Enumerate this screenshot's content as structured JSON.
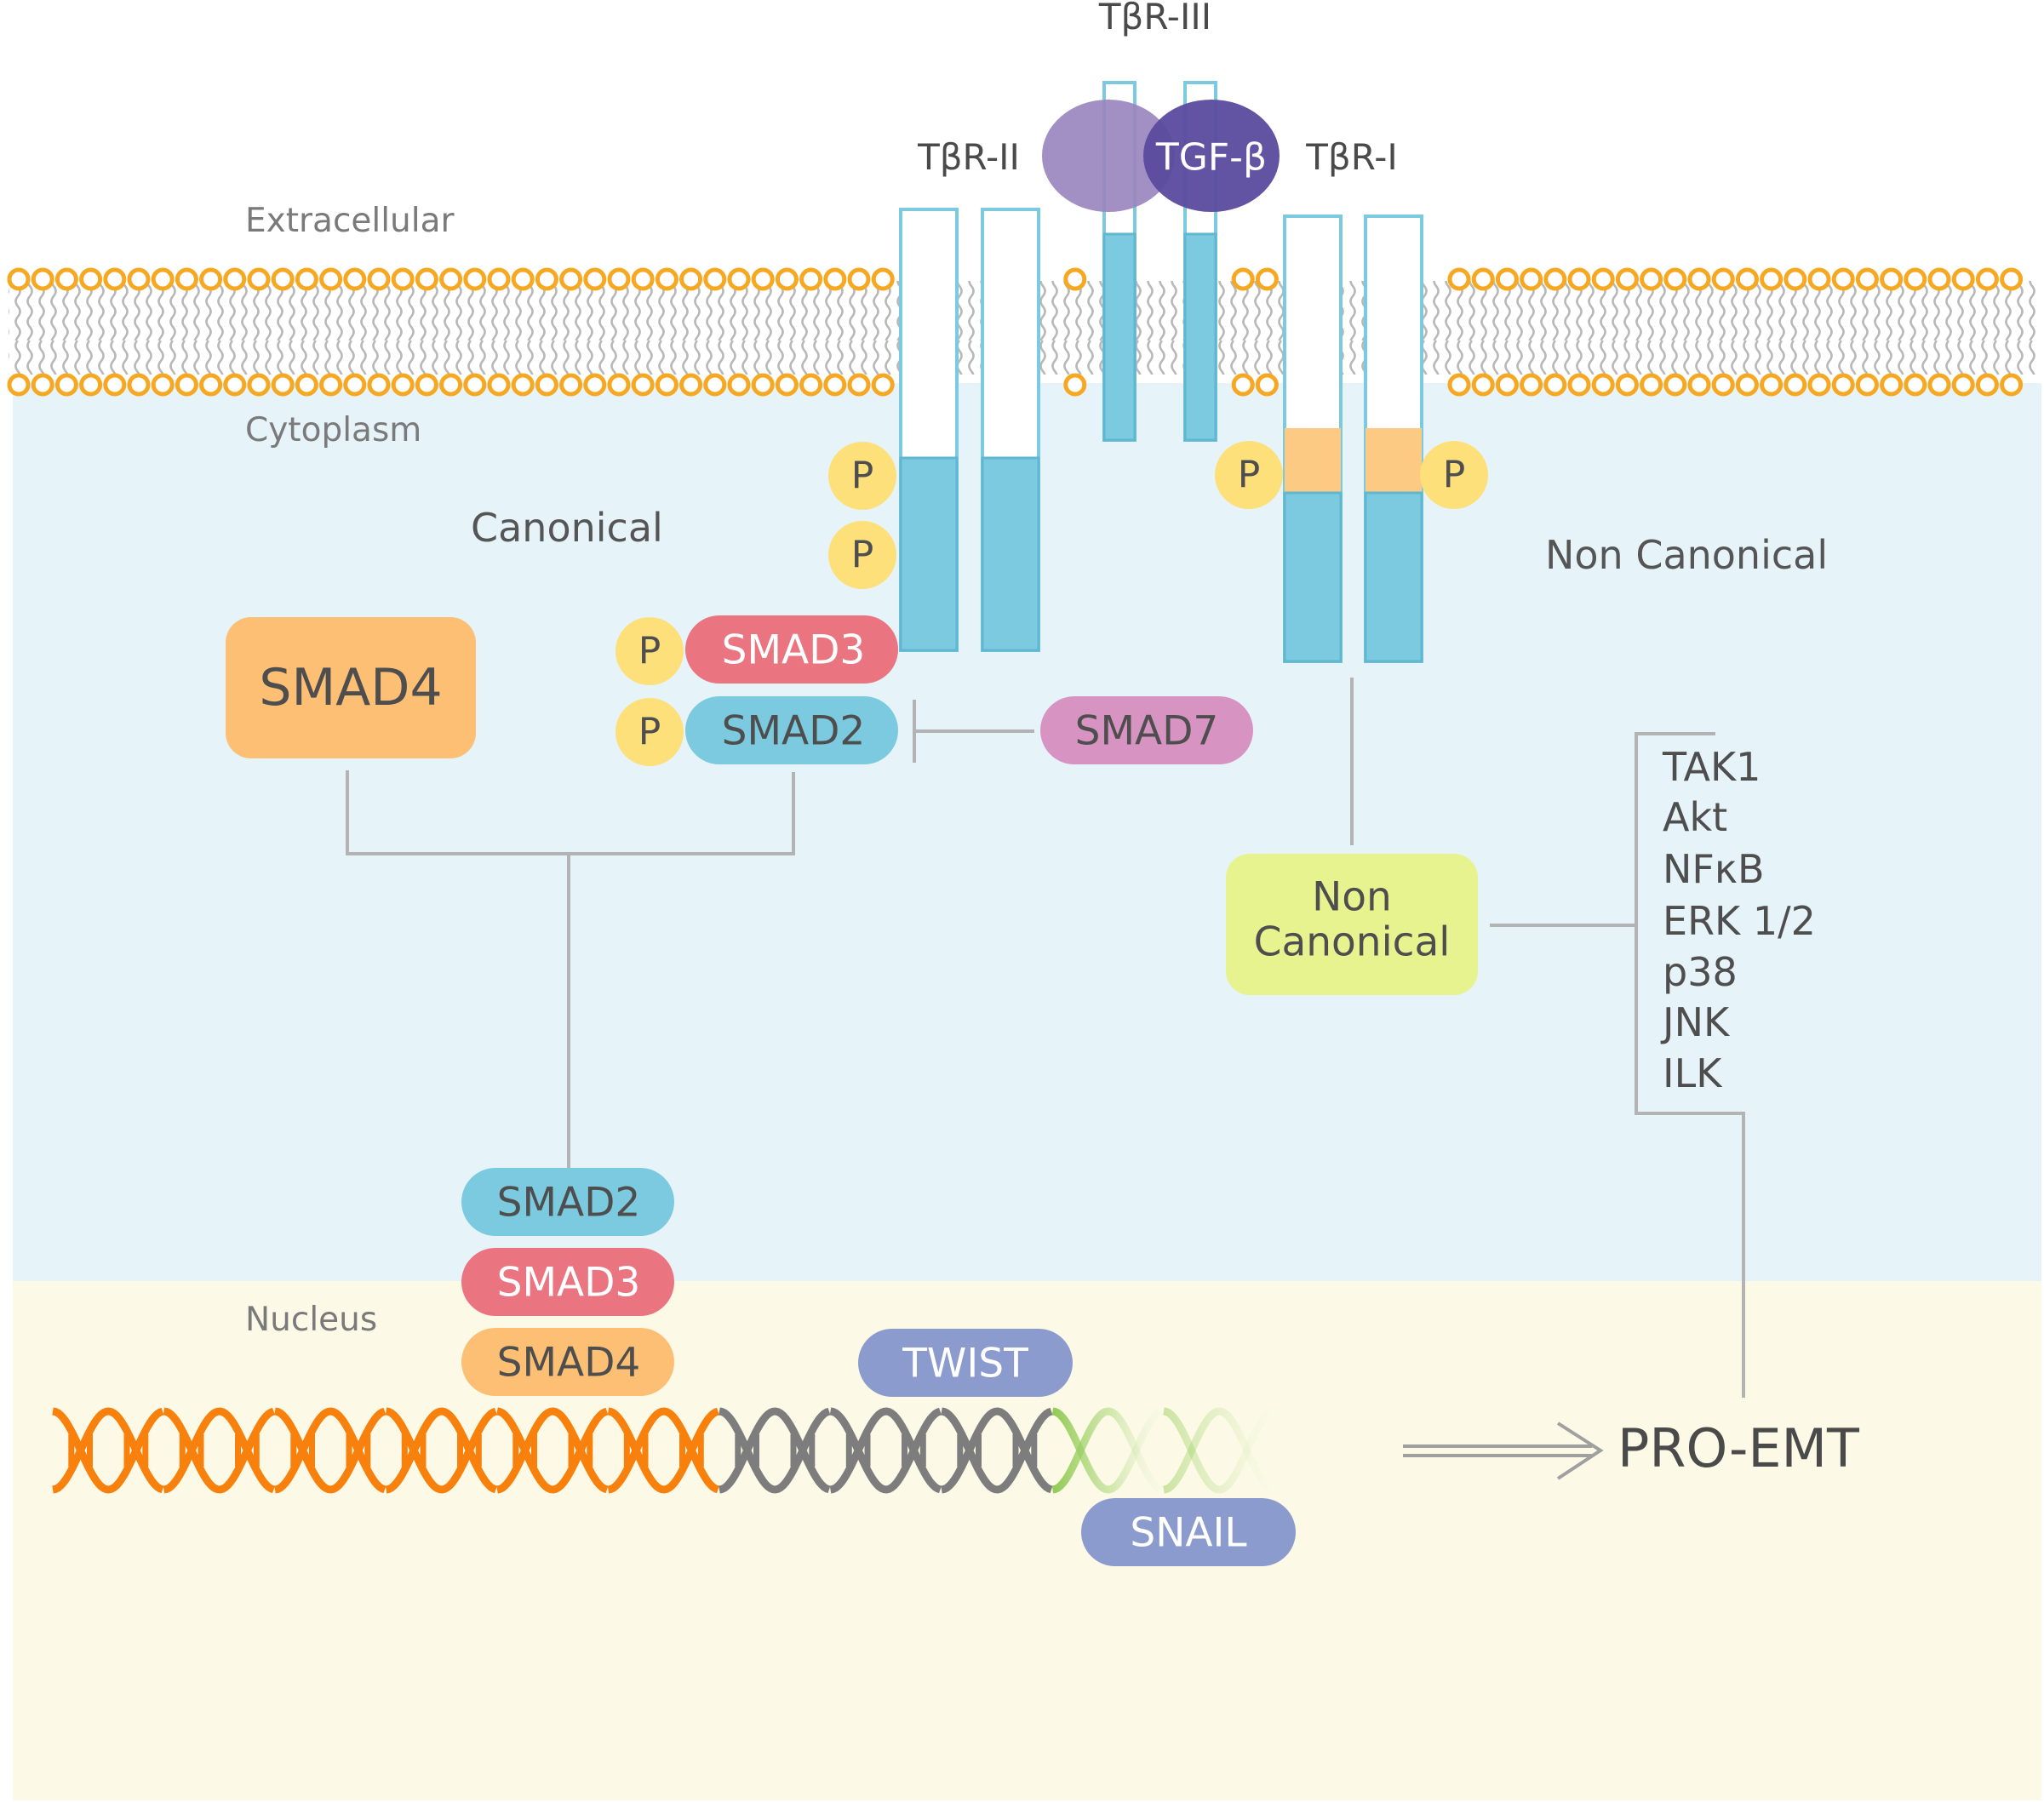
{
  "regions": {
    "extracellular": "Extracellular",
    "cytoplasm": "Cytoplasm",
    "nucleus": "Nucleus"
  },
  "pathways": {
    "canonical": "Canonical",
    "non_canonical": "Non Canonical"
  },
  "receptors": {
    "tbr1": "TβR-I",
    "tbr2": "TβR-II",
    "tbr3": "TβR-III"
  },
  "ligand": "TGF-β",
  "phosphate": "P",
  "smads": {
    "smad4_cyto": "SMAD4",
    "smad3_cyto": "SMAD3",
    "smad2_cyto": "SMAD2",
    "smad7": "SMAD7",
    "smad2_nuc": "SMAD2",
    "smad3_nuc": "SMAD3",
    "smad4_nuc": "SMAD4"
  },
  "non_canonical_box": {
    "line1": "Non",
    "line2": "Canonical"
  },
  "kinases": [
    "TAK1",
    "Akt",
    "NFκB",
    "ERK 1/2",
    "p38",
    "JNK",
    "ILK"
  ],
  "transcription_factors": {
    "twist": "TWIST",
    "snail": "SNAIL"
  },
  "output": "PRO-EMT",
  "colors": {
    "cytoplasm_bg": "#e6f3f9",
    "nucleus_bg": "#fcfae6",
    "membrane": "#f7a823",
    "receptor": "#7ccae0",
    "smad4": "#fcbf73",
    "smad3": "#ea7580",
    "smad2": "#7ccae0",
    "smad7": "#d794c2",
    "phosphate": "#fde07a",
    "tgfb": "#5b4b9e",
    "tbr3_ligand": "#9a86be",
    "non_canonical_box": "#e6f38f",
    "twist_snail": "#8b9bcd",
    "dna_orange": "#f7810c",
    "dna_gray": "#7d7d7d",
    "dna_green": "#7fc23a"
  }
}
